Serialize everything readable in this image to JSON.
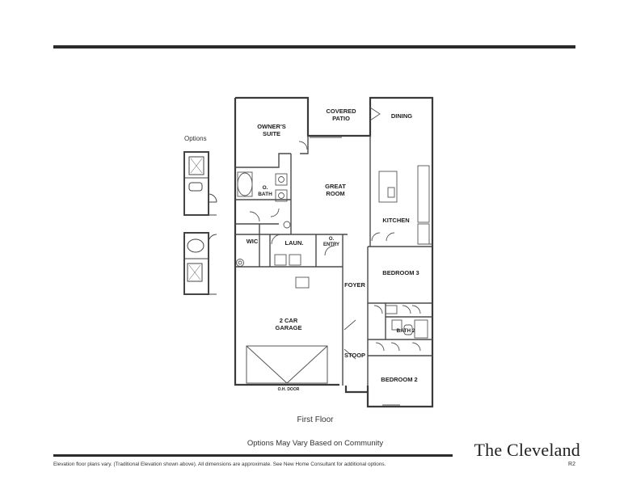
{
  "plan_name": "The Cleveland",
  "floor_label": "First Floor",
  "options_note": "Options May Vary Based on Community",
  "disclaimer": "Elevation floor plans vary. (Traditional Elevation shown above). All dimensions are approximate. See New Home Consultant for additional options.",
  "revision": "R2",
  "options_label": "Options",
  "rooms": {
    "owners_suite": [
      "OWNER'S",
      "SUITE"
    ],
    "covered_patio": [
      "COVERED",
      "PATIO"
    ],
    "dining": "DINING",
    "great_room": [
      "GREAT",
      "ROOM"
    ],
    "owners_bath": [
      "O.",
      "BATH"
    ],
    "kitchen": "KITCHEN",
    "wic": "WIC",
    "laundry": "LAUN.",
    "owners_entry": [
      "O.",
      "ENTRY"
    ],
    "bedroom3": "BEDROOM 3",
    "foyer": "FOYER",
    "garage": [
      "2 CAR",
      "GARAGE"
    ],
    "bath2": "BATH 2",
    "stoop": "STOOP",
    "bedroom2": "BEDROOM 2",
    "oh_door": "O.H. DOOR"
  }
}
